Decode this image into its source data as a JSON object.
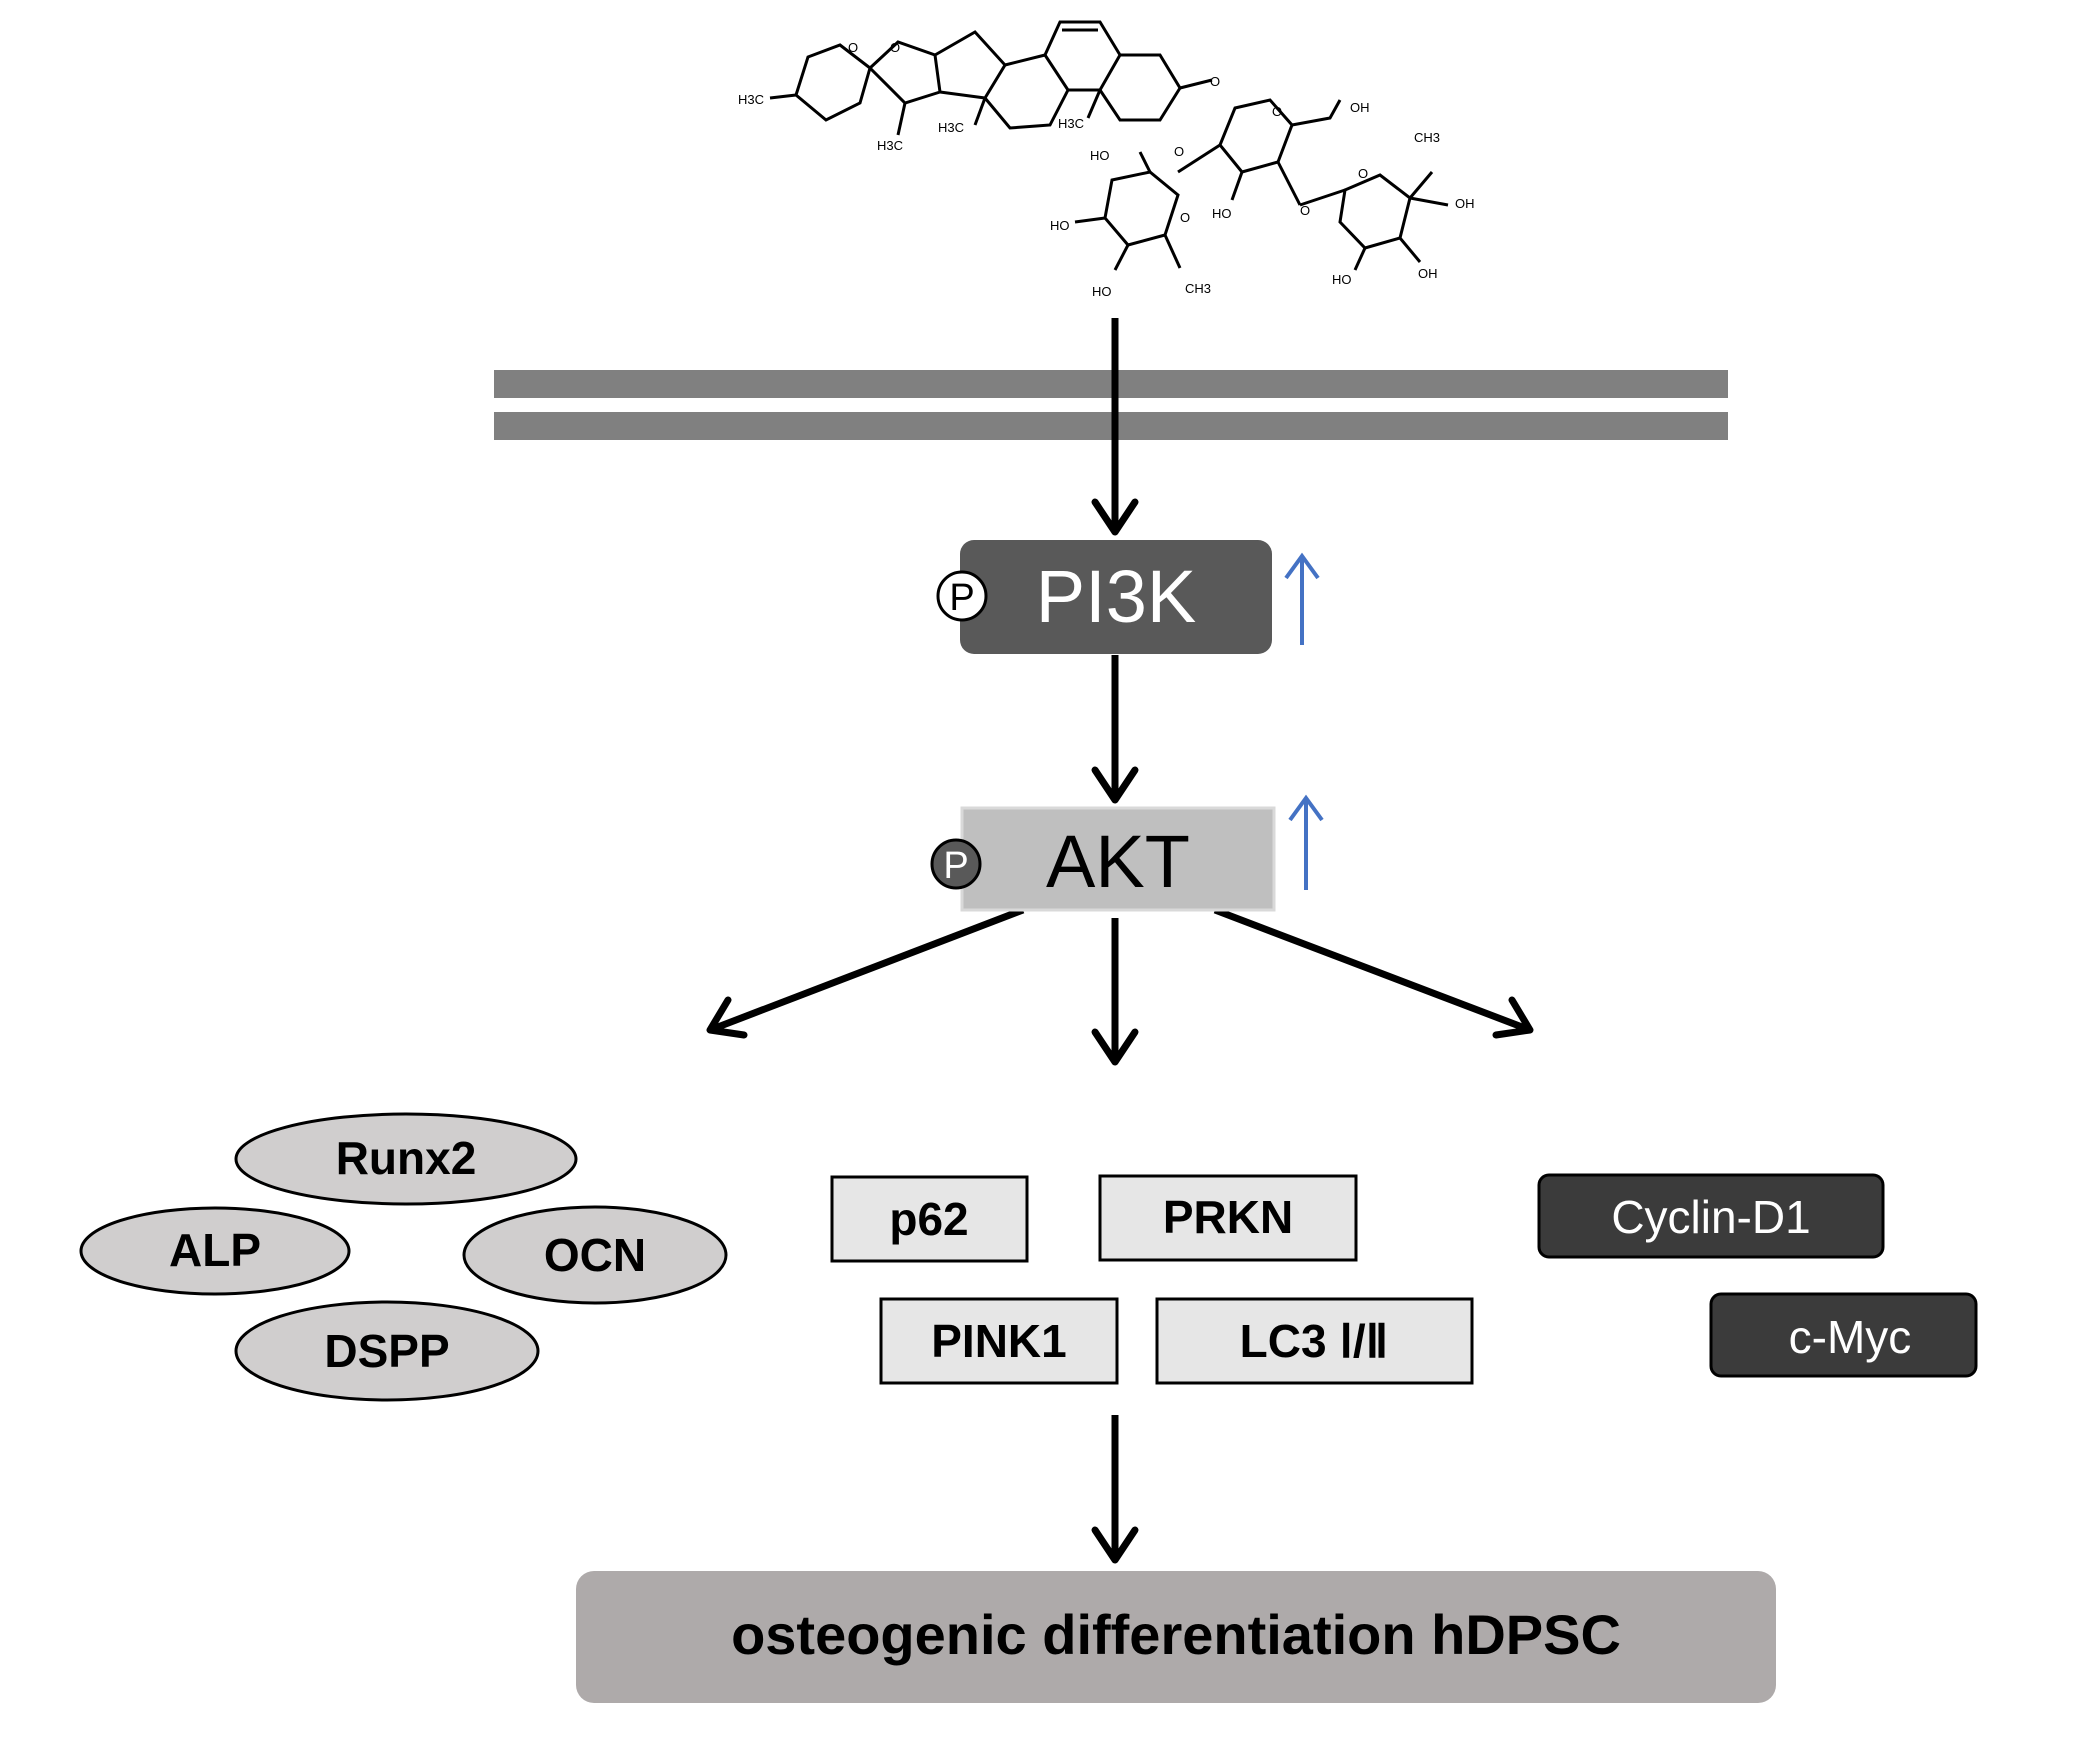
{
  "diagram": {
    "molecule": {
      "labels": [
        "H3C",
        "O",
        "O",
        "H3C",
        "H3C",
        "H3C",
        "O",
        "O",
        "OH",
        "O",
        "CH3",
        "HO",
        "HO",
        "O",
        "OH",
        "HO",
        "O",
        "O",
        "HO",
        "CH3",
        "HO",
        "OH"
      ]
    },
    "pathway": {
      "pi3k": {
        "label": "PI3K",
        "phospho": "P",
        "trend": "up",
        "trend_color": "#4472c4"
      },
      "akt": {
        "label": "AKT",
        "phospho": "P",
        "trend": "up",
        "trend_color": "#4472c4"
      }
    },
    "osteogenic_markers": [
      "Runx2",
      "ALP",
      "OCN",
      "DSPP"
    ],
    "autophagy_markers": [
      "p62",
      "PRKN",
      "PINK1",
      "LC3 Ⅰ/Ⅱ"
    ],
    "proliferation_markers": [
      "Cyclin-D1",
      "c-Myc"
    ],
    "outcome": "osteogenic differentiation hDPSC",
    "colors": {
      "membrane": "#808080",
      "pi3k_box": "#595959",
      "akt_box": "#bfbfbf",
      "ellipse_fill": "#d0cece",
      "autophagy_box": "#e6e6e6",
      "proliferation_box": "#3b3b3b",
      "outcome_box": "#aeaaaa"
    }
  }
}
